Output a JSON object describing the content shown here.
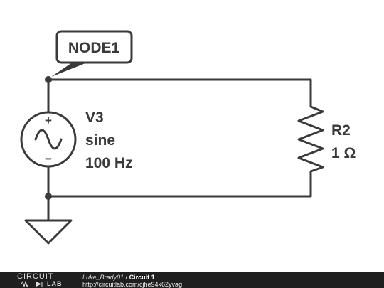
{
  "schematic": {
    "node_label": "NODE1",
    "source": {
      "name": "V3",
      "type": "sine",
      "frequency": "100 Hz",
      "plus": "+",
      "minus": "−"
    },
    "resistor": {
      "name": "R2",
      "value": "1 Ω"
    }
  },
  "footer": {
    "brand_top": "CIRCUIT",
    "brand_bottom": "LAB",
    "author": "Luke_Brady01",
    "separator": " / ",
    "circuit_name": "Circuit 1",
    "url": "http://circuitlab.com/cjhe94k62yvag"
  },
  "colors": {
    "wire": "#3a3a3a",
    "footer_bg": "#1f1f1f",
    "background": "#ffffff"
  }
}
